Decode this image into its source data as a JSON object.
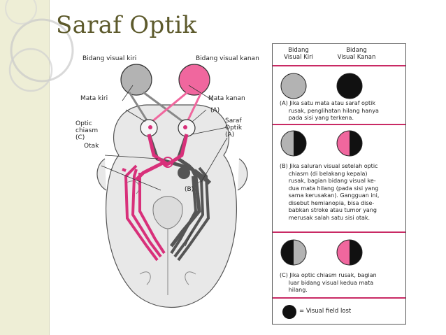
{
  "title": "Saraf Optik",
  "labels": {
    "left_field": "Bidang visual kiri",
    "right_field": "Bidang visual kanan",
    "left_eye": "Mata kiri",
    "right_eye": "Mata kanan",
    "marker_a_top": "(A)",
    "optic_nerve": "Saraf\nOptik\n(A)",
    "chiasm": "Optic\nchiasm\n(C)",
    "brain": "Otak",
    "marker_b": "(B)"
  },
  "panel": {
    "header_left": "Bidang\nVisual Kiri",
    "header_right": "Bidang\nVisual Kanan",
    "case_a": "(A) Jika satu mata atau saraf optik\n     rusak, penglihatan hilang hanya\n     pada sisi yang terkena.",
    "case_b": "(B) Jika saluran visual setelah optic\n     chiasm (di belakang kepala)\n     rusak, bagian bidang visual ke-\n     dua mata hilang (pada sisi yang\n     sama kerusakan). Gangguan ini,\n     disebut hemianopia, bisa dise-\n     babkan stroke atau tumor yang\n     merusak salah satu sisi otak.",
    "case_c": "(C) Jika optic chiasm rusak, bagian\n     luar bidang visual kedua mata\n     hilang.",
    "legend": "= Visual field lost"
  },
  "colors": {
    "pink": "#f0679e",
    "gray": "#b3b3b3",
    "black": "#111111",
    "divider": "#c92a64",
    "title": "#5d5a2c"
  }
}
